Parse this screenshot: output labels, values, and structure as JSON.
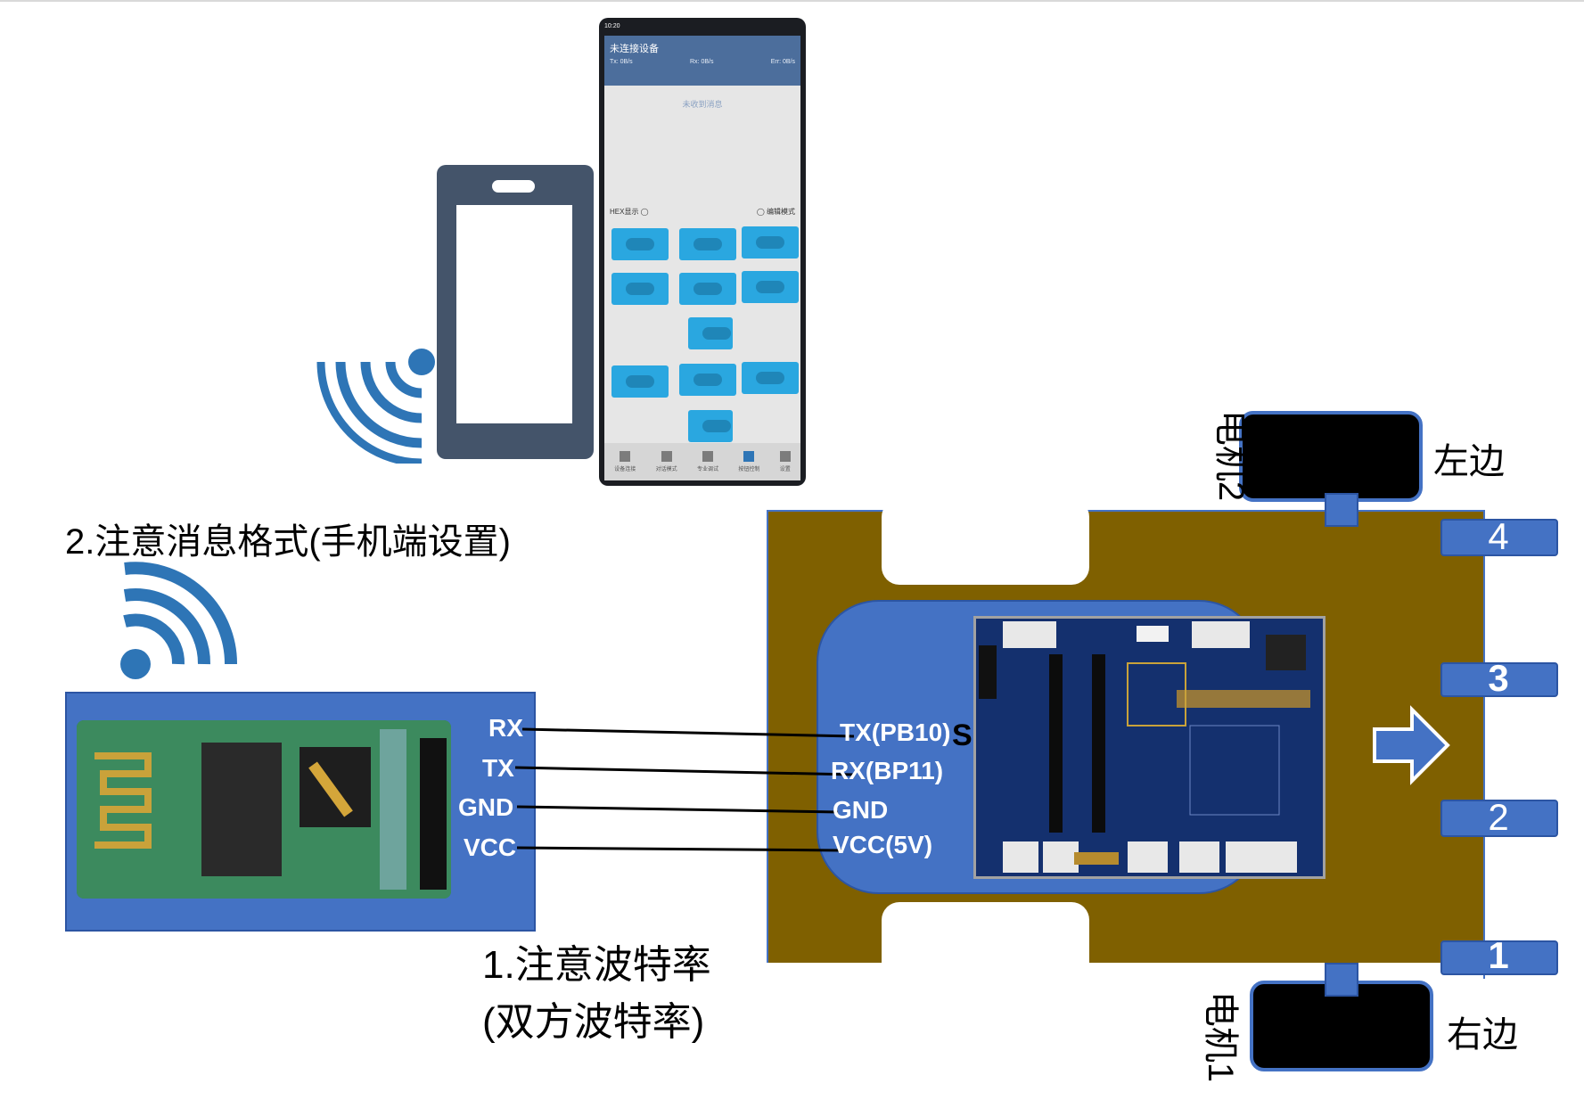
{
  "colors": {
    "brand_blue": "#4472c4",
    "car_brown": "#7f6000",
    "pcb_navy": "#14306e",
    "app_button": "#2aa7e0",
    "app_header": "#4c6e9c",
    "wire": "#000000"
  },
  "icons": [
    "phone-icon",
    "wireless-signal-icon",
    "wifi-icon",
    "forward-arrow-icon"
  ],
  "annotations": {
    "note_message_format": "2.注意消息格式(手机端设置)",
    "note_baud_line1": "1.注意波特率",
    "note_baud_line2": "(双方波特率)"
  },
  "phone_app": {
    "status_time": "10:20",
    "title": "未连接设备",
    "tx_rate": "Tx: 0B/s",
    "rx_rate": "Rx: 0B/s",
    "err_rate": "Err: 0B/s",
    "message_placeholder": "未收到消息",
    "hex_toggle_label": "HEX显示",
    "edit_toggle_label": "编辑模式",
    "nav": [
      "设备连接",
      "对话模式",
      "专业调试",
      "按钮控制",
      "设置"
    ]
  },
  "bluetooth_module": {
    "pins": [
      "RX",
      "TX",
      "GND",
      "VCC"
    ]
  },
  "controller": {
    "pins": [
      "TX(PB10)",
      "RX(BP11)",
      "GND",
      "VCC(5V)"
    ],
    "partial_label": "S"
  },
  "car": {
    "tabs": [
      "4",
      "3",
      "2",
      "1"
    ],
    "motors": [
      {
        "label": "电机2",
        "side": "左边"
      },
      {
        "label": "电机1",
        "side": "右边"
      }
    ]
  }
}
